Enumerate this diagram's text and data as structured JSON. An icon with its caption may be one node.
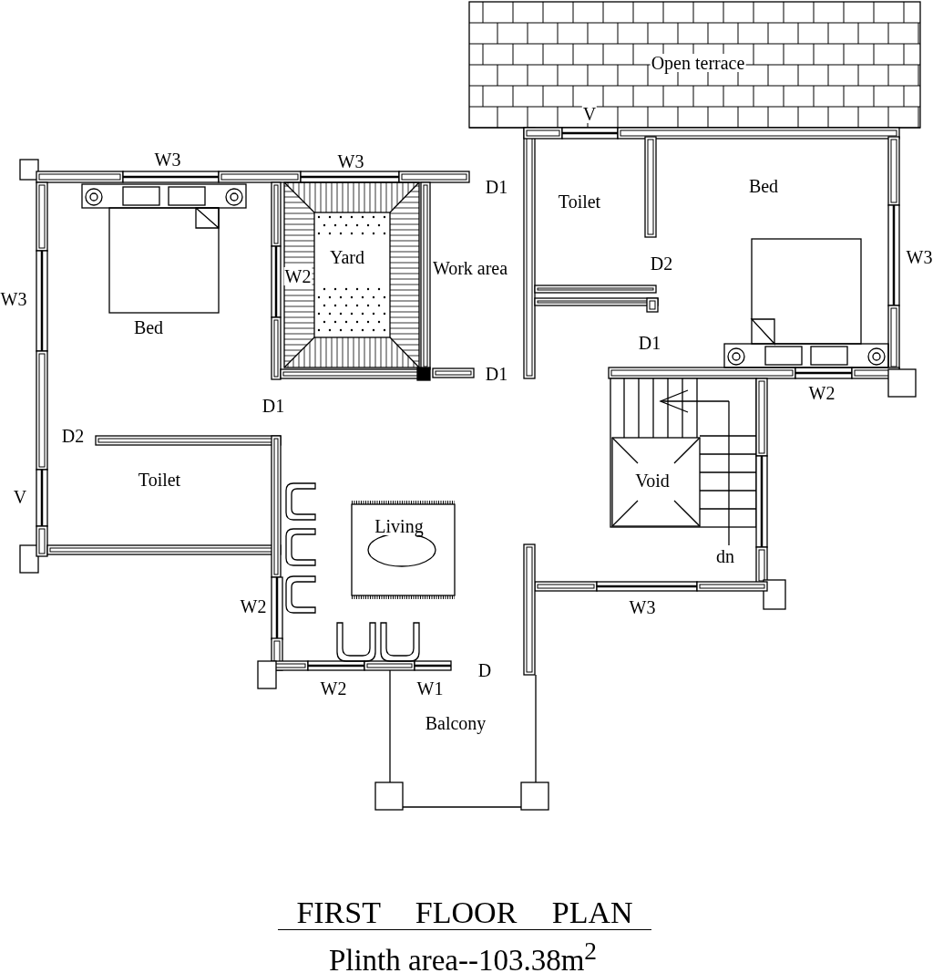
{
  "diagram": {
    "title": "FIRST FLOOR PLAN",
    "caption": "Plinth area--103.38m$^{2}$",
    "labels": [
      "Open terrace",
      "V",
      "W3",
      "W3",
      "D1",
      "Bed",
      "Toilet",
      "Yard",
      "W3",
      "Work area",
      "D2",
      "W2",
      "W3",
      "Bed",
      "D1",
      "D1",
      "W2",
      "D1",
      "D2",
      "Toilet",
      "Void",
      "V",
      "Living",
      "dn",
      "W2",
      "W3",
      "D",
      "W2",
      "W1",
      "Balcony"
    ]
  }
}
